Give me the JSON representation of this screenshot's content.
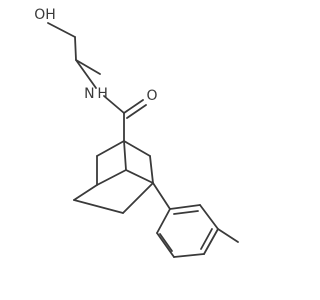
{
  "molecule": {
    "atoms": {
      "oh": "OH",
      "nh": "N H",
      "o": "O"
    }
  }
}
